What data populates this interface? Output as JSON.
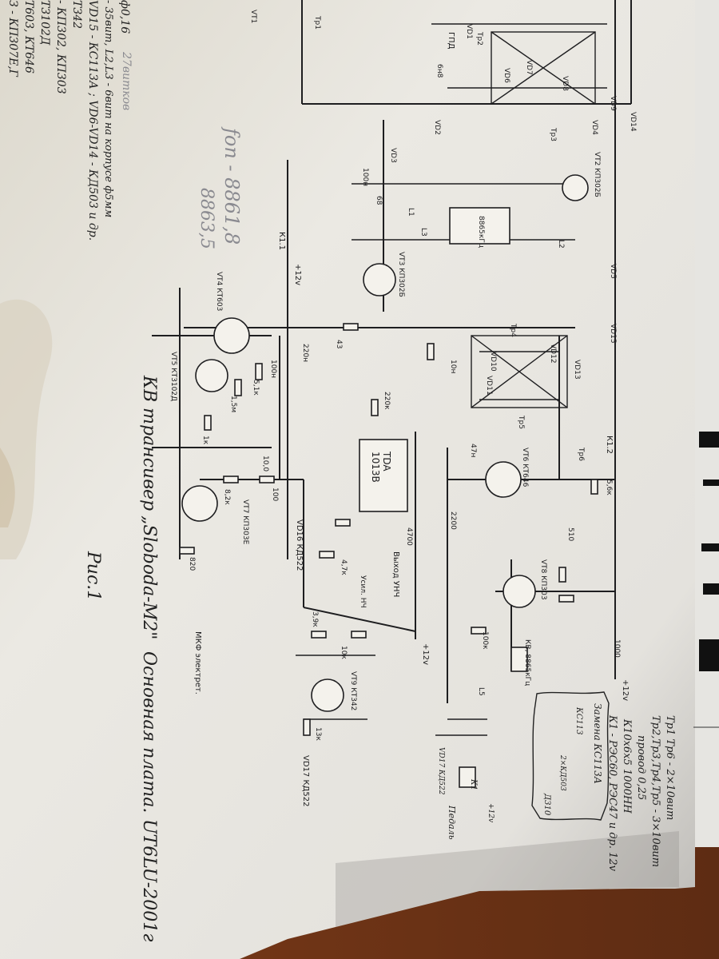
{
  "title": {
    "device": "КВ трансивер",
    "name": "„Sloboda-М2\"",
    "board": "Основная плата.",
    "author": "UT6LU-2001г",
    "figure": "Рис.1"
  },
  "notes_left": [
    "З - КП307Е,Г",
    "Т603, КТ646",
    "Т3102Д",
    "- КП302, КП303",
    "Т342",
    "VD15 - КС113А ; VD6-VD14 - КД503 и др.",
    "- 35вит, L2,L3 - 6вит на корпусе ф5мм",
    "ф0,16"
  ],
  "pencil_notes": {
    "turns": "27витков",
    "fop_label": "fоп - 8861,8",
    "fop_value2": "8863,5"
  },
  "transformer_notes": [
    "Тр1 Тр6 - 2×10вит",
    "Тр2,Тр3,Тр4,Тр5 - 3×10вит",
    "провод 0,25",
    "К10х6х5  1000НН",
    "К1 - РЭС60, РЭС47 и др. 12v"
  ],
  "replacement_box": {
    "title": "Замена КС113А",
    "left": "КС113",
    "middle": "2×КД503",
    "right": "Д310"
  },
  "pedal": {
    "label": "Педаль",
    "diode": "VD17 КД522",
    "relay": "К1",
    "supply": "+12v"
  },
  "ic": {
    "name": "TDA",
    "part": "1013B"
  },
  "labels": {
    "vd1": "VD1",
    "vd2": "VD2",
    "vd3": "VD3",
    "vd4": "VD4",
    "vd5": "VD5",
    "vd6": "VD6",
    "vd7": "VD7",
    "vd8": "VD8",
    "vd9": "VD9",
    "vd10": "VD10",
    "vd11": "VD11",
    "vd12": "VD12",
    "vd13": "VD13",
    "vd14": "VD14",
    "vd15": "VD15",
    "vd16": "VD16 КД522",
    "vd17": "VD17 КД522",
    "vt1": "VT1",
    "vt2": "VT2 КП302Б",
    "vt3": "VT3 КП302Б",
    "vt4": "VT4 КТ603",
    "vt5": "VT5 КТ3102Д",
    "vt6": "VT6 КТ646",
    "vt7": "VT7 КП303Е",
    "vt8": "VT8 КП303",
    "vt9": "VT9 КТ342",
    "tr1": "Тр1",
    "tr2": "Тр2",
    "tr3": "Тр3",
    "tr4": "Тр4",
    "tr5": "Тр5",
    "tr6": "Тр6",
    "gpd": "ГПД",
    "k11": "К1.1",
    "k12": "К1.2",
    "plus12a": "+12v",
    "plus12b": "+12v",
    "plus12c": "+12v",
    "xtal1": "8865кГц",
    "xtal2": "КВ, 8865кГц",
    "l1": "L1",
    "l2": "L2",
    "l3": "L3",
    "l5": "L5",
    "mic": "МКФ электрет.",
    "out": "Выход УНЧ",
    "gain": "Усил. НЧ",
    "r220n": "220н",
    "r43": "43",
    "r100n": "100н",
    "r51k": "5,1к",
    "r15m": "1,5м",
    "r1k": "1к",
    "r100": "100",
    "r82k": "8,2к",
    "r820": "820",
    "c68": "68",
    "c100n": "100н",
    "c6n8": "6н8",
    "r220k": "220к",
    "c10n": "10н",
    "r5k6": "5,6к",
    "c1000": "1000",
    "c2200": "2200",
    "r47k": "4,7к",
    "r10k": "10к",
    "r3k9": "3,9к",
    "r13k": "13к",
    "c10u": "10,0",
    "c4700": "4700",
    "r510": "510",
    "c47n": "47н",
    "r100k": "100к"
  }
}
